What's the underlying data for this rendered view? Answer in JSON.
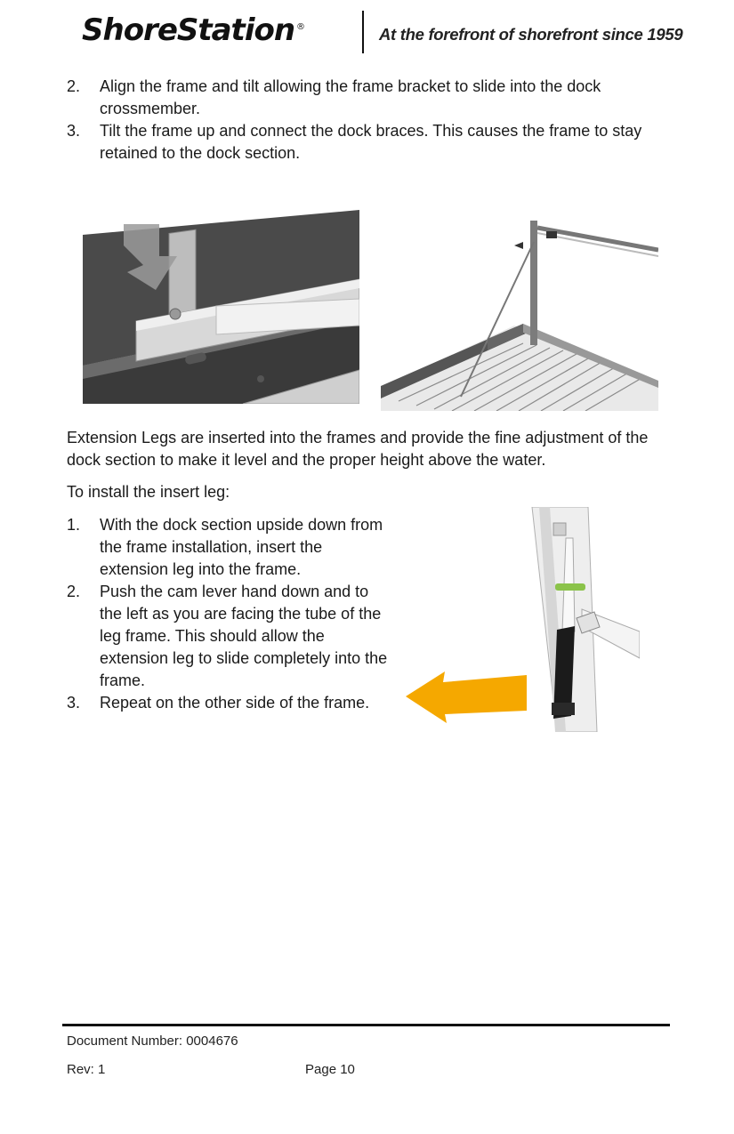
{
  "header": {
    "logo_text": "ShoreStation",
    "logo_mark": "®",
    "tagline": "At the forefront of shorefront since 1959"
  },
  "frame_steps": [
    {
      "num": "2.",
      "text": "Align the frame and tilt allowing the frame bracket to slide into the dock crossmember."
    },
    {
      "num": "3.",
      "text": "Tilt the frame up and connect the dock braces. This causes the frame to stay retained to the dock section."
    }
  ],
  "figures": {
    "frame_bracket_photo": {
      "icon": "arrow-down-left-icon",
      "arrow_color": "#9a9a9a"
    },
    "dock_frame_photo": {
      "icon": "dock-frame-illustration"
    },
    "cam_lever_photo": {
      "icon": "arrow-left-icon",
      "arrow_color": "#f5a800",
      "pin_color": "#8bc34a"
    }
  },
  "paragraphs": {
    "extension_legs": "Extension Legs are inserted into the frames and provide the fine adjustment of the dock section to make it level and the proper height above the water.",
    "install_intro": "To install the insert leg:"
  },
  "install_steps": [
    {
      "num": "1.",
      "text": "With the dock section upside down from the frame installation, insert the extension leg into the frame."
    },
    {
      "num": "2.",
      "text": "Push the cam lever hand down and to the left as you are facing the tube of the leg frame. This should allow the extension leg to slide completely into the frame."
    },
    {
      "num": "3.",
      "text": "Repeat on the other side of the frame."
    }
  ],
  "footer": {
    "document_number": "Document Number: 0004676",
    "rev": "Rev: 1",
    "page": "Page 10"
  }
}
